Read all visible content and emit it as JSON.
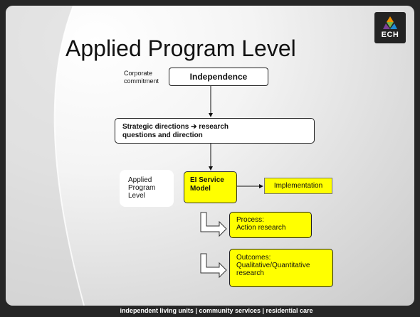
{
  "slide": {
    "title": "Applied Program Level",
    "logo_text": "ECH",
    "footer": "independent living units  |  community services  |  residential care"
  },
  "diagram": {
    "corporate_label": [
      "Corporate",
      "commitment"
    ],
    "independence": "Independence",
    "strategic": [
      "Strategic directions ➔ research",
      "questions and direction"
    ],
    "applied_label": [
      "Applied",
      "Program",
      "Level"
    ],
    "ei_model": [
      "EI Service",
      "Model"
    ],
    "implementation": "Implementation",
    "process": [
      "Process:",
      "Action research"
    ],
    "outcomes": [
      "Outcomes:",
      "Qualitative/Quantitative",
      "research"
    ]
  },
  "colors": {
    "highlight": "#ffff00",
    "footer_bg": "#262626",
    "logo_orange": "#f39200",
    "logo_green": "#7ab648",
    "logo_purple": "#7b3f98",
    "logo_blue": "#1f8dd6"
  }
}
